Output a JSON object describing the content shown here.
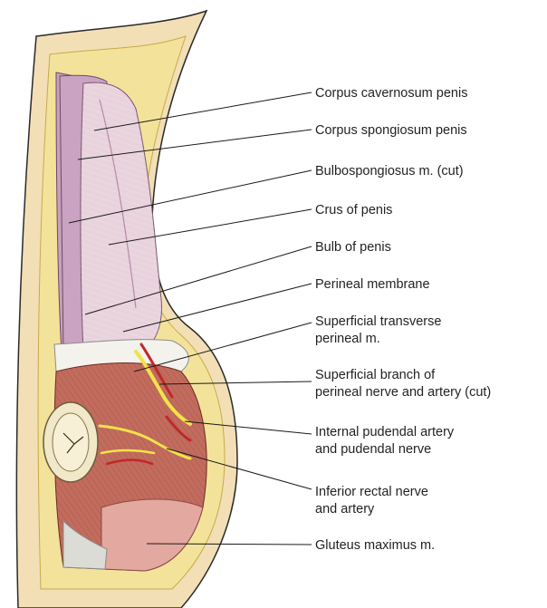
{
  "labels": [
    {
      "id": "corpus-cavernosum",
      "lines": [
        "Corpus cavernosum penis"
      ]
    },
    {
      "id": "corpus-spongiosum",
      "lines": [
        "Corpus spongiosum penis"
      ]
    },
    {
      "id": "bulbospongiosus",
      "lines": [
        "Bulbospongiosus m. (cut)"
      ]
    },
    {
      "id": "crus",
      "lines": [
        "Crus of penis"
      ]
    },
    {
      "id": "bulb",
      "lines": [
        "Bulb of penis"
      ]
    },
    {
      "id": "perineal-membrane",
      "lines": [
        "Perineal membrane"
      ]
    },
    {
      "id": "superficial-transverse",
      "lines": [
        "Superficial transverse",
        "perineal m."
      ]
    },
    {
      "id": "superficial-branch",
      "lines": [
        "Superficial branch of",
        "perineal nerve and artery (cut)"
      ]
    },
    {
      "id": "internal-pudendal",
      "lines": [
        "Internal pudendal artery",
        "and pudendal nerve"
      ]
    },
    {
      "id": "inferior-rectal",
      "lines": [
        "Inferior rectal nerve",
        "and artery"
      ]
    },
    {
      "id": "gluteus",
      "lines": [
        "Gluteus maximus m."
      ]
    }
  ],
  "colors": {
    "skin": "#f2dfb5",
    "fat": "#f3e39a",
    "muscle": "#c26c5e",
    "membrane": "#e8d2dc",
    "shaft": "#c8a0bd",
    "nerve": "#f2e24a",
    "artery": "#c0282a",
    "leader": "#1a1a1a"
  }
}
